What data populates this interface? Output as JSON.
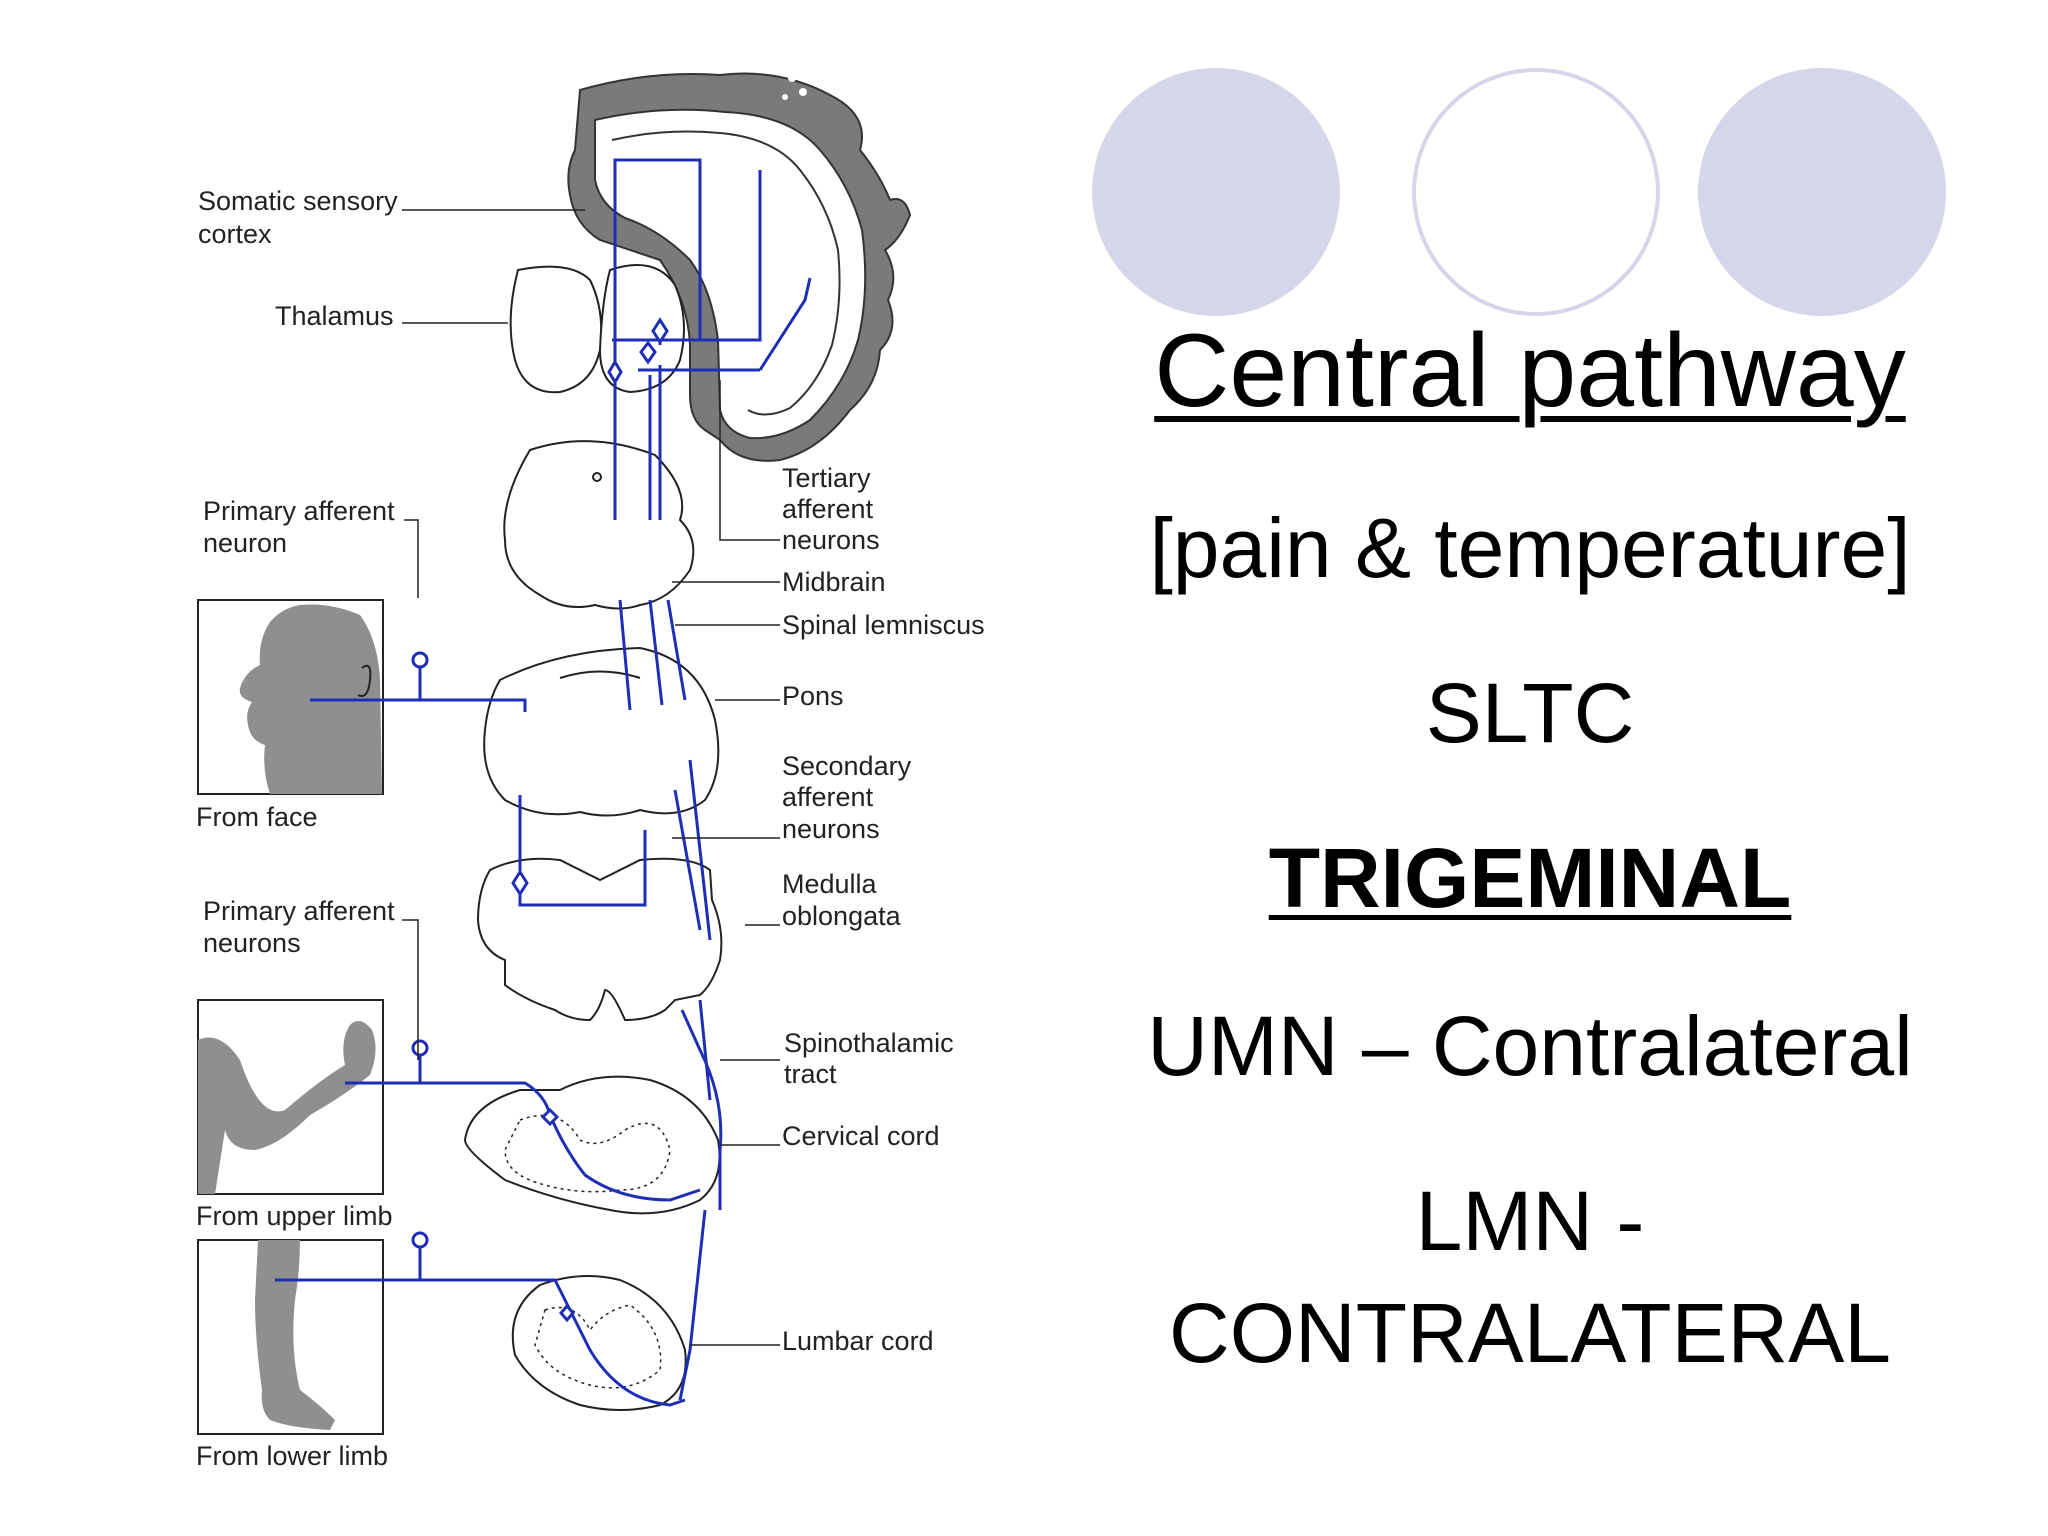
{
  "slide": {
    "title": "Central pathway",
    "lines": [
      "[pain & temperature]",
      "SLTC",
      "TRIGEMINAL",
      "UMN – Contralateral",
      "LMN -",
      "CONTRALATERAL"
    ]
  },
  "diagram": {
    "labels": {
      "somatic_1": "Somatic sensory",
      "somatic_2": "cortex",
      "thalamus": "Thalamus",
      "primary_1": "Primary afferent",
      "primary_2": "neuron",
      "from_face": "From face",
      "primary_pl_1": "Primary afferent",
      "primary_pl_2": "neurons",
      "from_upper": "From upper limb",
      "from_lower": "From lower limb",
      "tertiary_1": "Tertiary",
      "tertiary_2": "afferent",
      "tertiary_3": "neurons",
      "midbrain": "Midbrain",
      "spinal_lemniscus": "Spinal lemniscus",
      "pons": "Pons",
      "secondary_1": "Secondary",
      "secondary_2": "afferent",
      "secondary_3": "neurons",
      "medulla_1": "Medulla",
      "medulla_2": "oblongata",
      "spinothalamic_1": "Spinothalamic",
      "spinothalamic_2": "tract",
      "cervical": "Cervical cord",
      "lumbar": "Lumbar cord"
    }
  },
  "colors": {
    "pathway": "#1f2fb5",
    "accent_circle": "#d6d6ea",
    "cortex_fill": "#7a7a7a",
    "silhouette": "#8f8f8f"
  }
}
